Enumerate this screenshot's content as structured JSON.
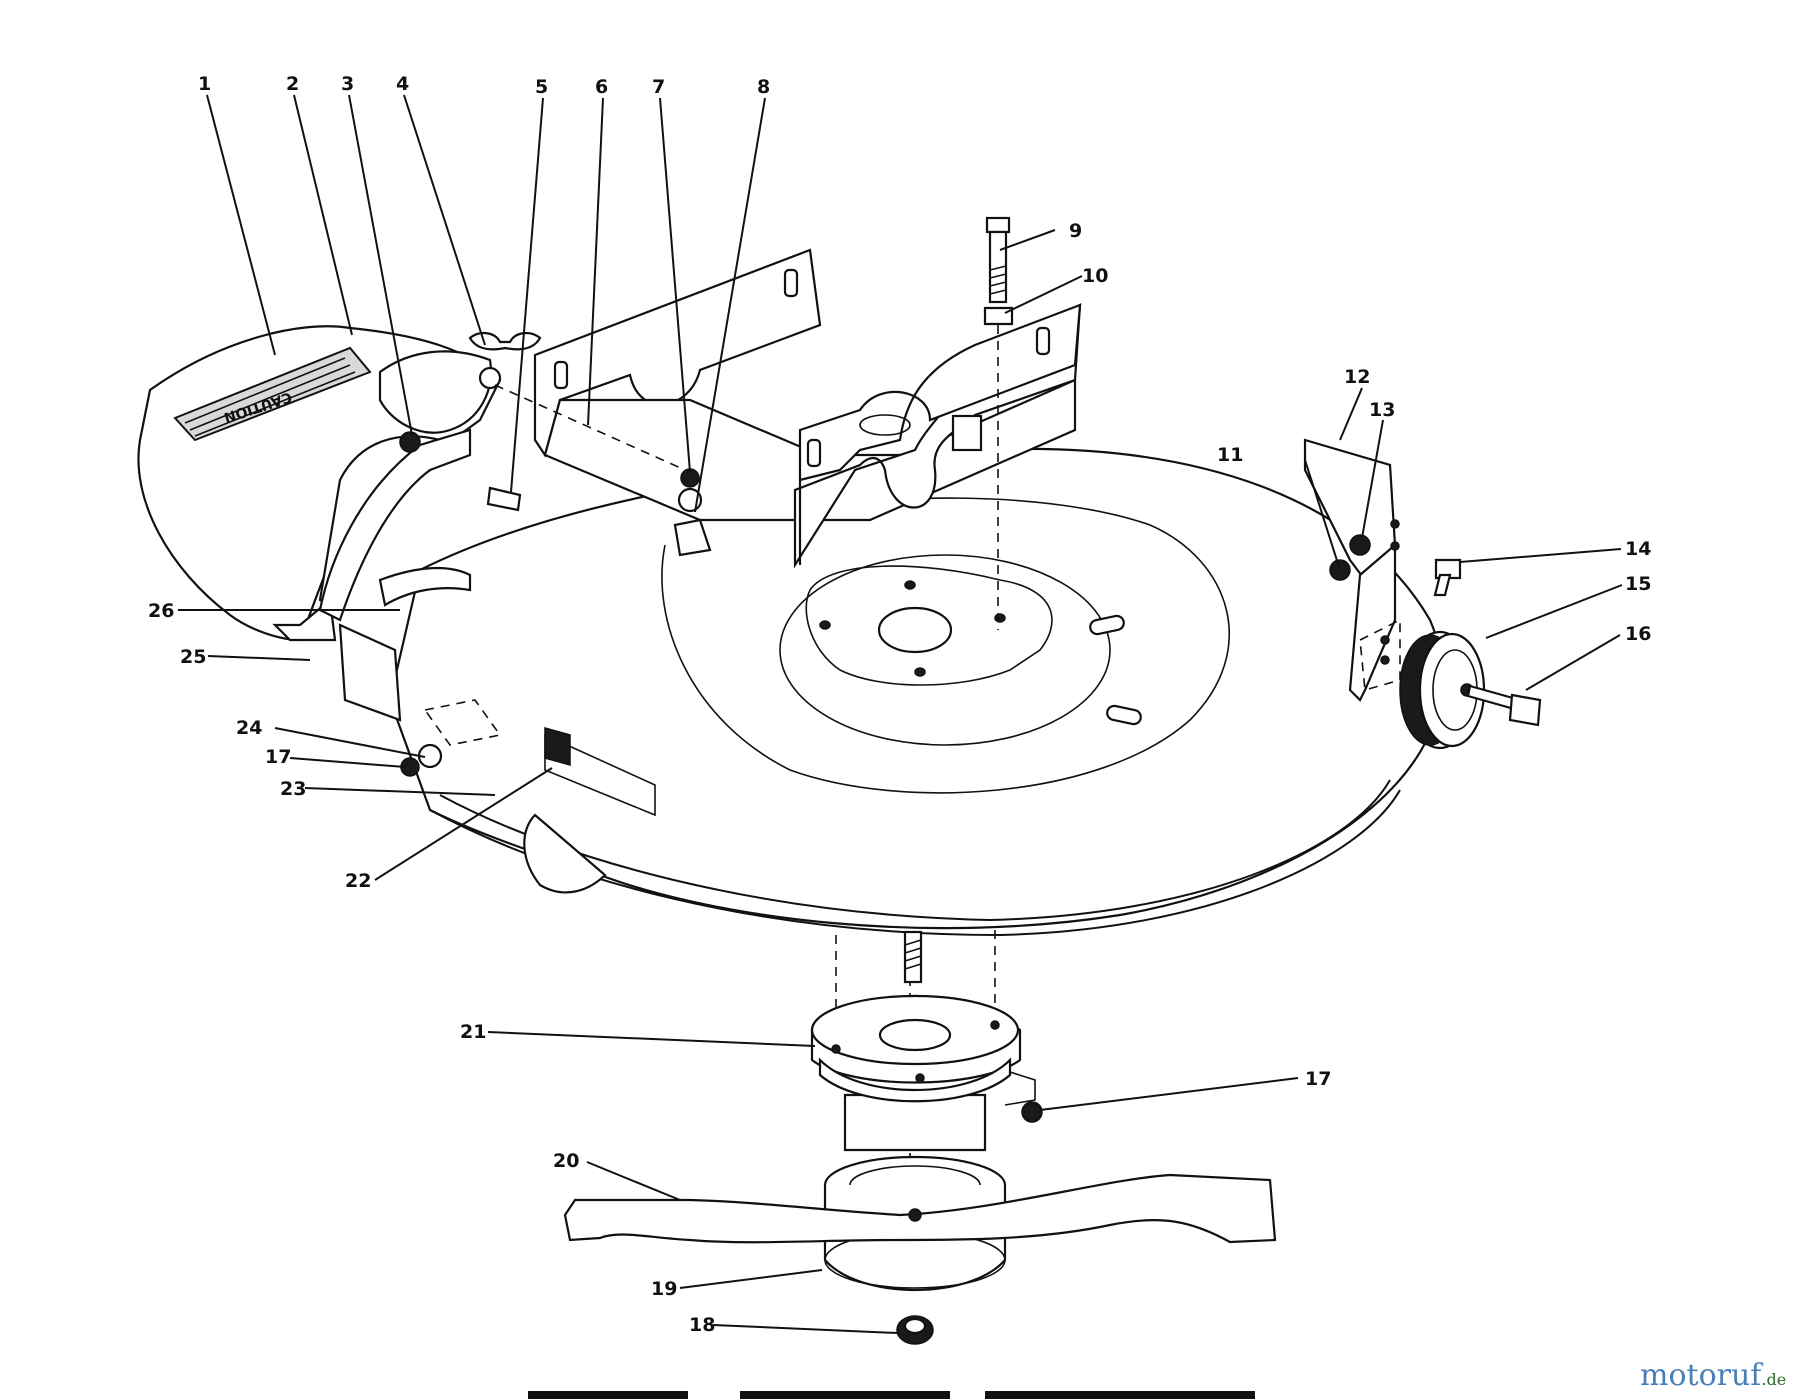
{
  "diagram": {
    "label_caution": "CAUTION",
    "callouts": [
      "1",
      "2",
      "3",
      "4",
      "5",
      "6",
      "7",
      "8",
      "9",
      "10",
      "11",
      "12",
      "13",
      "14",
      "15",
      "16",
      "17",
      "18",
      "19",
      "20",
      "21",
      "22",
      "23",
      "24",
      "17",
      "25",
      "26"
    ]
  },
  "watermark": {
    "brand": "motoruf",
    "suffix": ".de"
  }
}
